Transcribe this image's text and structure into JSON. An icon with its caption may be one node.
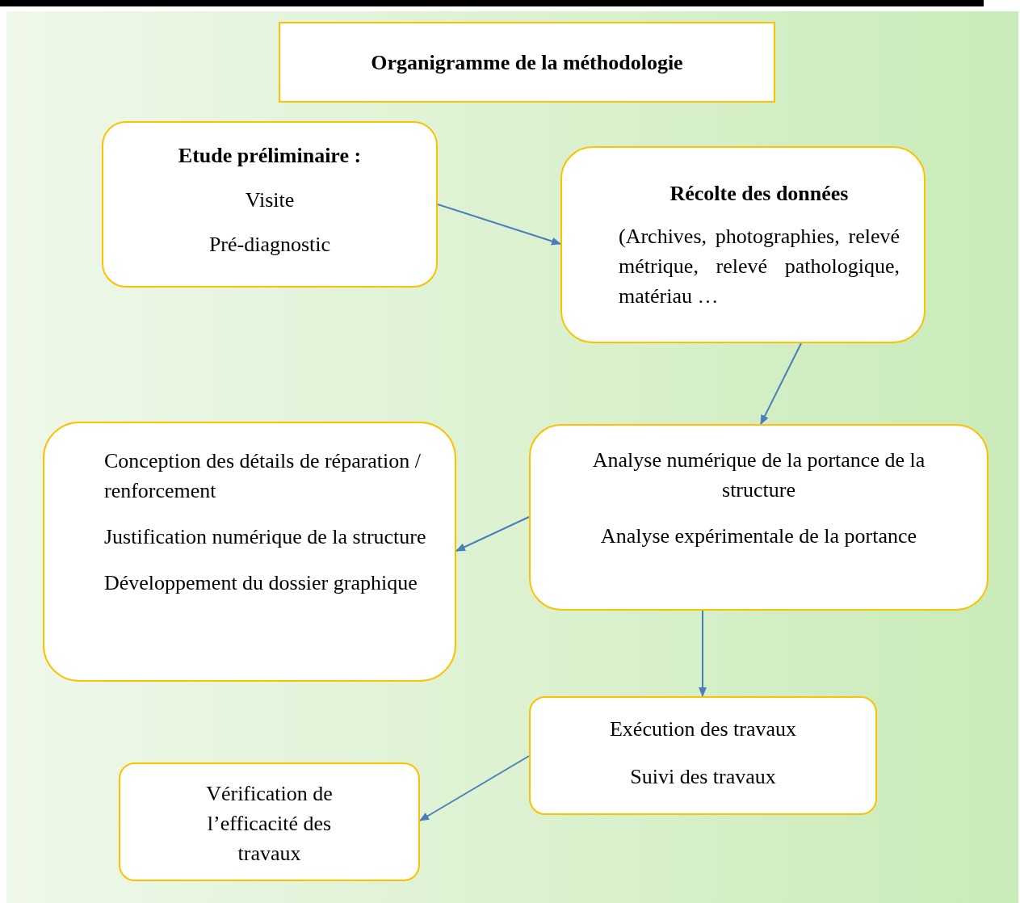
{
  "diagram": {
    "nodes": [
      {
        "text": [
          "Organigramme de la méthodologie"
        ]
      },
      {
        "text": [
          "Etude préliminaire :",
          "Visite",
          "Pré-diagnostic"
        ]
      },
      {
        "text": [
          "Récolte des données",
          "(Archives, photographies, relevé métrique, relevé pathologique, matériau …"
        ]
      },
      {
        "text": [
          "Conception des détails de réparation / renforcement",
          "Justification numérique de la structure",
          "Développement du dossier graphique"
        ]
      },
      {
        "text": [
          "Analyse numérique de la portance de la structure",
          "Analyse expérimentale de la portance"
        ]
      },
      {
        "text": [
          "Exécution des travaux",
          "Suivi des travaux"
        ]
      },
      {
        "text": [
          "Vérification de l’efficacité des travaux"
        ]
      }
    ],
    "edges": [
      {
        "from": 1,
        "to": 2,
        "arrow": "to"
      },
      {
        "from": 2,
        "to": 4,
        "arrow": "to"
      },
      {
        "from": 4,
        "to": 3,
        "arrow": "to"
      },
      {
        "from": 4,
        "to": 5,
        "arrow": "to"
      },
      {
        "from": 5,
        "to": 6,
        "arrow": "to"
      }
    ]
  }
}
